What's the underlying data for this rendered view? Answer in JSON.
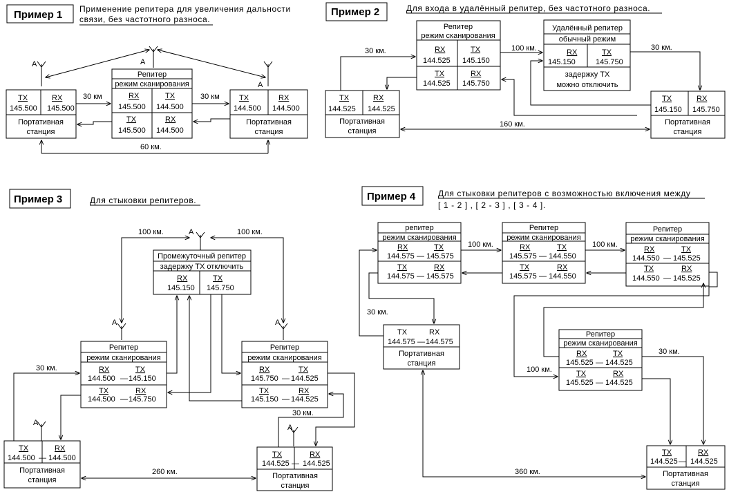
{
  "common": {
    "tx": "TX",
    "rx": "RX",
    "antenna": "A",
    "portable_l1": "Портативная",
    "portable_l2": "станция",
    "repeater": "Репитер",
    "repeater_lc": "репитер",
    "scan_mode": "режим сканирования",
    "dash": "—"
  },
  "ex1": {
    "title": "Пример 1",
    "desc1": "Применение репитера для увеличения дальности",
    "desc2": "связи, без частотного разноса.",
    "left": {
      "tx": "145.500",
      "rx": "145.500"
    },
    "rep": {
      "rx1": "145.500",
      "tx1": "144.500",
      "tx2": "145.500",
      "rx2": "144.500"
    },
    "right": {
      "tx": "144.500",
      "rx": "144.500"
    },
    "d_left": "30 км",
    "d_right": "30 км",
    "d_bottom": "60 км."
  },
  "ex2": {
    "title": "Пример 2",
    "desc": "Для входа в удалённый репитер, без частотного разноса.",
    "rep": {
      "rx1": "144.525",
      "tx1": "145.150",
      "tx2": "144.525",
      "rx2": "145.750"
    },
    "remote": {
      "title": "Удалённый репитер",
      "mode": "обычный режим",
      "rx": "145.150",
      "tx": "145.750",
      "note1": "задержку ТХ",
      "note2": "можно отключить"
    },
    "left": {
      "tx": "144.525",
      "rx": "144.525"
    },
    "right": {
      "tx": "145.150",
      "rx": "145.750"
    },
    "d_left": "30 км.",
    "d_mid": "100 км.",
    "d_right": "30 км.",
    "d_bottom": "160 км."
  },
  "ex3": {
    "title": "Пример 3",
    "desc": "Для стыковки репитеров.",
    "mid": {
      "title": "Промежуточный репитер",
      "note": "задержку ТХ отключить",
      "rx": "145.150",
      "tx": "145.750"
    },
    "repL": {
      "rx1": "144.500",
      "tx1": "145.150",
      "tx2": "144.500",
      "rx2": "145.750"
    },
    "repR": {
      "rx1": "145.750",
      "tx1": "144.525",
      "tx2": "145.150",
      "rx2": "144.525"
    },
    "psL": {
      "tx": "144.500",
      "rx": "144.500"
    },
    "psR": {
      "tx": "144.525",
      "rx": "144.525"
    },
    "d_top_l": "100 км.",
    "d_top_r": "100 км.",
    "d_left": "30 км.",
    "d_right": "30 км.",
    "d_bottom": "260 км."
  },
  "ex4": {
    "title": "Пример 4",
    "desc1": "Для стыковки репитеров с возможностью включения между",
    "desc2": "[ 1 - 2 ] , [ 2 - 3 ] , [ 3 - 4 ].",
    "r1": {
      "rx1": "144.575",
      "tx1": "145.575",
      "tx2": "144.575",
      "rx2": "145.575"
    },
    "r2": {
      "rx1": "145.575",
      "tx1": "144.550",
      "tx2": "145.575",
      "rx2": "144.550"
    },
    "r3": {
      "rx1": "144.550",
      "tx1": "145.525",
      "tx2": "144.550",
      "rx2": "145.525"
    },
    "r4": {
      "rx1": "145.525",
      "tx1": "144.525",
      "tx2": "145.525",
      "rx2": "144.525"
    },
    "psL": {
      "tx": "144.575",
      "rx": "144.575"
    },
    "psR": {
      "tx": "144.525",
      "rx": "144.525"
    },
    "d_12": "100 км.",
    "d_23": "100 км.",
    "d_left": "30 км.",
    "d_r4l": "100 км.",
    "d_r4r": "30 км.",
    "d_bottom": "360 км."
  }
}
